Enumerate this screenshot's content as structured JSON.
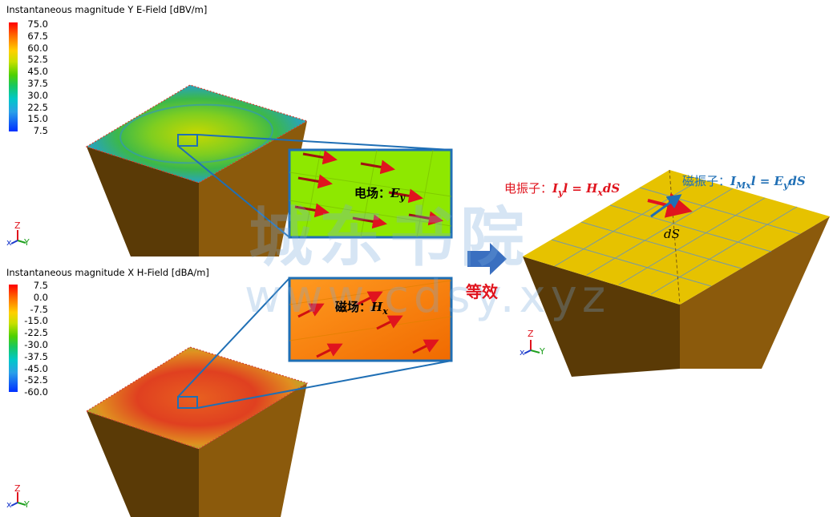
{
  "top_panel": {
    "title": "Instantaneous magnitude Y E-Field [dBV/m]",
    "scale": [
      "75.0",
      "67.5",
      "60.0",
      "52.5",
      "45.0",
      "37.5",
      "30.0",
      "22.5",
      "15.0",
      "7.5"
    ]
  },
  "bottom_panel": {
    "title": "Instantaneous magnitude X H-Field [dBA/m]",
    "scale": [
      "7.5",
      "0.0",
      "-7.5",
      "-15.0",
      "-22.5",
      "-30.0",
      "-37.5",
      "-45.0",
      "-52.5",
      "-60.0"
    ]
  },
  "axes": {
    "z": "Z",
    "y": "Y",
    "x": "x"
  },
  "callouts": {
    "e_field": {
      "label": "电场：",
      "symbol": "E",
      "sub": "y"
    },
    "h_field": {
      "label": "磁场：",
      "symbol": "H",
      "sub": "x"
    }
  },
  "equivalent": "等效",
  "right_panel": {
    "electric_dipole": {
      "label": "电振子：",
      "formula": "I",
      "sub1": "y",
      "mid": "l = H",
      "sub2": "x",
      "tail": "dS"
    },
    "magnetic_dipole": {
      "label": "磁振子：",
      "formula": "I",
      "sub1": "Mx",
      "mid": "l = E",
      "sub2": "y",
      "tail": "dS"
    },
    "ds_label": "dS"
  },
  "watermark": {
    "line1": "城东书院",
    "line2": "www.cdsy.xyz"
  },
  "colors": {
    "box": "#8b5a0c",
    "box_dark": "#5a3a06",
    "yellow_face": "#e6c200",
    "blue_line": "#1f6fb5",
    "red_text": "#e0141e",
    "blue_text": "#1f6fb5"
  }
}
